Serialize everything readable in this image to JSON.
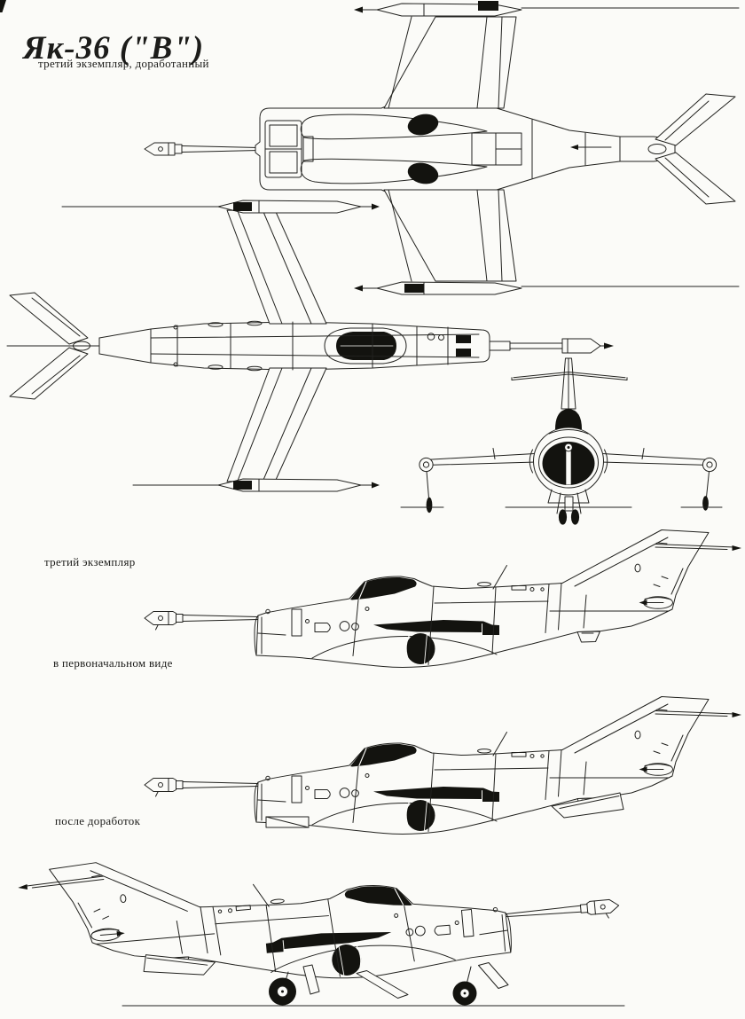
{
  "document": {
    "title": "Як-36 (\"В\")",
    "subtitle": "третий экземпляр, доработанный",
    "annotations": [
      {
        "id": "side-view-original-line-1",
        "text": "третий экземпляр"
      },
      {
        "id": "side-view-original-line-2",
        "text": "в первоначальном виде"
      },
      {
        "id": "side-view-modified",
        "text": "после доработок"
      }
    ],
    "colors": {
      "ink": "#22221f",
      "fill_dark": "#13130f",
      "paper": "#fbfbf8"
    }
  }
}
